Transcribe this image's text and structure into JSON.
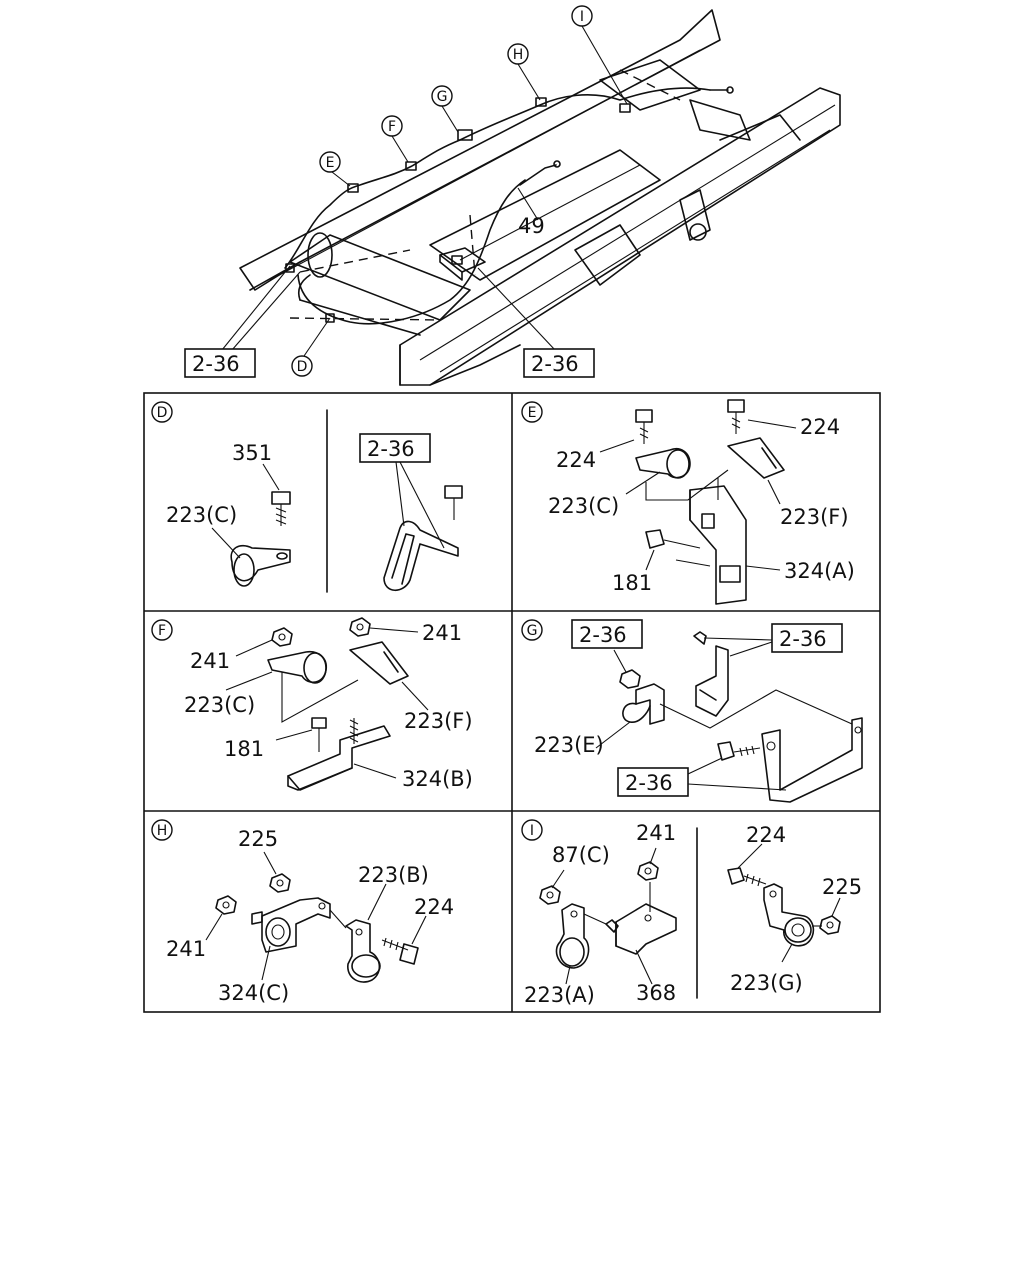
{
  "overview": {
    "callouts": [
      "I",
      "H",
      "G",
      "F",
      "E",
      "D"
    ],
    "part_49": "49",
    "ref_left": "2-36",
    "ref_right": "2-36"
  },
  "panel_D": {
    "letter": "D",
    "labels": [
      "351",
      "223(C)"
    ],
    "ref": "2-36"
  },
  "panel_E": {
    "letter": "E",
    "labels": [
      "224",
      "224",
      "223(C)",
      "223(F)",
      "181",
      "324(A)"
    ]
  },
  "panel_F": {
    "letter": "F",
    "labels": [
      "241",
      "241",
      "223(C)",
      "223(F)",
      "181",
      "324(B)"
    ]
  },
  "panel_G": {
    "letter": "G",
    "labels": [
      "223(E)"
    ],
    "refs": [
      "2-36",
      "2-36",
      "2-36"
    ]
  },
  "panel_H": {
    "letter": "H",
    "labels": [
      "225",
      "223(B)",
      "224",
      "241",
      "324(C)"
    ]
  },
  "panel_I": {
    "letter": "I",
    "labels": [
      "87(C)",
      "241",
      "223(A)",
      "368",
      "224",
      "225",
      "223(G)"
    ]
  }
}
